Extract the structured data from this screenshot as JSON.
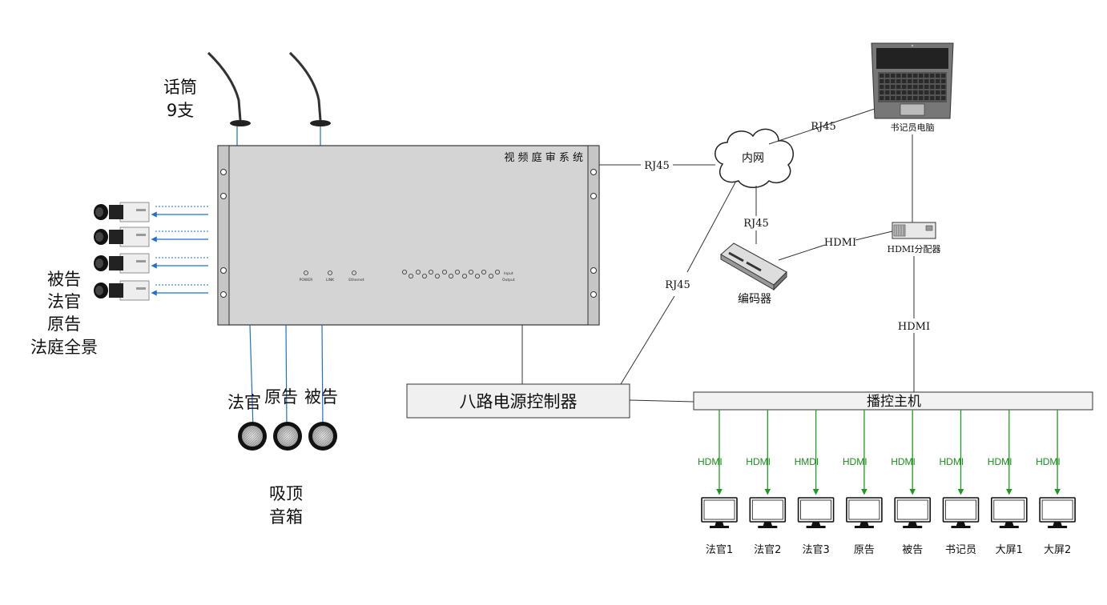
{
  "mic": {
    "label_line1": "话筒",
    "label_line2": "9支"
  },
  "main_system": {
    "title": "视 频 庭 审 系 统",
    "indicators": [
      "POWER",
      "LINK",
      "Ethernet"
    ],
    "port_labels": [
      "Input",
      "Output"
    ]
  },
  "cameras": {
    "label_lines": [
      "被告",
      "法官",
      "原告",
      "法庭全景"
    ]
  },
  "speakers": {
    "labels": [
      "法官",
      "原告",
      "被告"
    ],
    "caption_line1": "吸顶",
    "caption_line2": "音箱"
  },
  "power_controller": {
    "label": "八路电源控制器"
  },
  "network": {
    "cloud_label": "内网"
  },
  "laptop": {
    "label": "书记员电脑"
  },
  "splitter": {
    "label": "HDMI分配器"
  },
  "encoder": {
    "label": "编码器"
  },
  "host": {
    "label": "播控主机"
  },
  "links": {
    "rj45_system": "RJ45",
    "rj45_laptop": "RJ45",
    "rj45_encoder": "RJ45",
    "rj45_power": "RJ45",
    "hdmi_encoder": "HDMI",
    "hdmi_splitter": "HDMI"
  },
  "outputs": [
    {
      "label": "法官1",
      "link": "HDMI"
    },
    {
      "label": "法官2",
      "link": "HDMI"
    },
    {
      "label": "法官3",
      "link": "HMDI"
    },
    {
      "label": "原告",
      "link": "HDMI"
    },
    {
      "label": "被告",
      "link": "HDMI"
    },
    {
      "label": "书记员",
      "link": "HDMI"
    },
    {
      "label": "大屏1",
      "link": "HDMI"
    },
    {
      "label": "大屏2",
      "link": "HDMI"
    }
  ],
  "colors": {
    "blue_link": "#1f6fd6",
    "green_link": "#1e9b1e",
    "rack": "#d4d4d4"
  }
}
